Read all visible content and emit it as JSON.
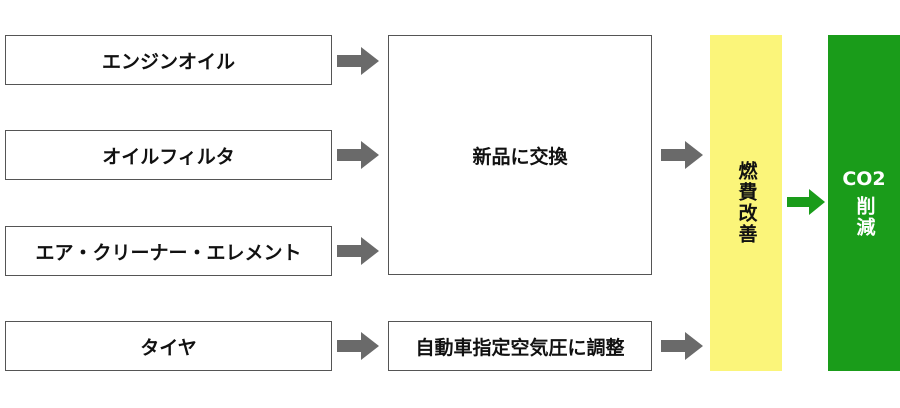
{
  "inputs": [
    {
      "label": "エンジンオイル"
    },
    {
      "label": "オイルフィルタ"
    },
    {
      "label": "エア・クリーナー・エレメント"
    },
    {
      "label": "タイヤ"
    }
  ],
  "actions": {
    "replace_label": "新品に交換",
    "adjust_label": "自動車指定空気圧に調整"
  },
  "fuel_label": "燃費改善",
  "result": {
    "line1": "CO2",
    "line2": "削減"
  },
  "colors": {
    "arrow_gray": "#6a6a6a",
    "arrow_green": "#1a9c1a",
    "fuel_yellow": "#fbf57a",
    "result_green": "#1a9c1a"
  }
}
